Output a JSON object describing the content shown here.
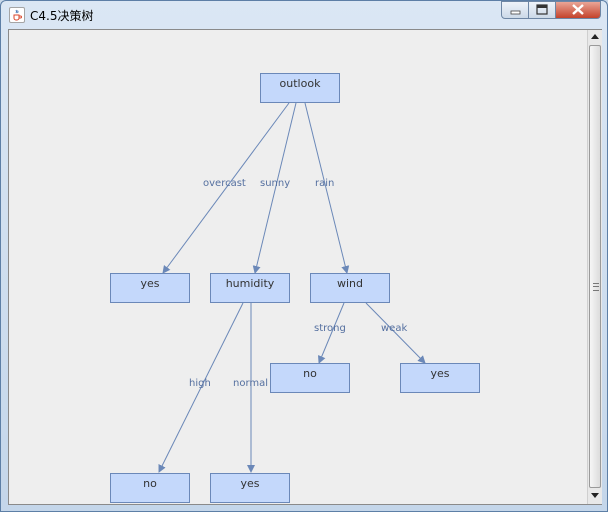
{
  "window": {
    "title": "C4.5决策树"
  },
  "icons": {
    "app": "java-cup-icon",
    "minimize": "minimize-icon",
    "maximize": "maximize-icon",
    "close": "close-icon"
  },
  "colors": {
    "node_fill": "#c4d8fb",
    "node_border": "#6b88b8",
    "edge": "#6b88b8",
    "edge_label": "#5570a0",
    "background": "#eeeeee",
    "close_button": "#c4422b"
  },
  "tree": {
    "nodes": {
      "outlook": "outlook",
      "yes1": "yes",
      "humidity": "humidity",
      "wind": "wind",
      "no1": "no",
      "yes2": "yes",
      "no2": "no",
      "yes3": "yes"
    },
    "edges": {
      "overcast": "overcast",
      "sunny": "sunny",
      "rain": "rain",
      "strong": "strong",
      "weak": "weak",
      "high": "high",
      "normal": "normal"
    }
  }
}
